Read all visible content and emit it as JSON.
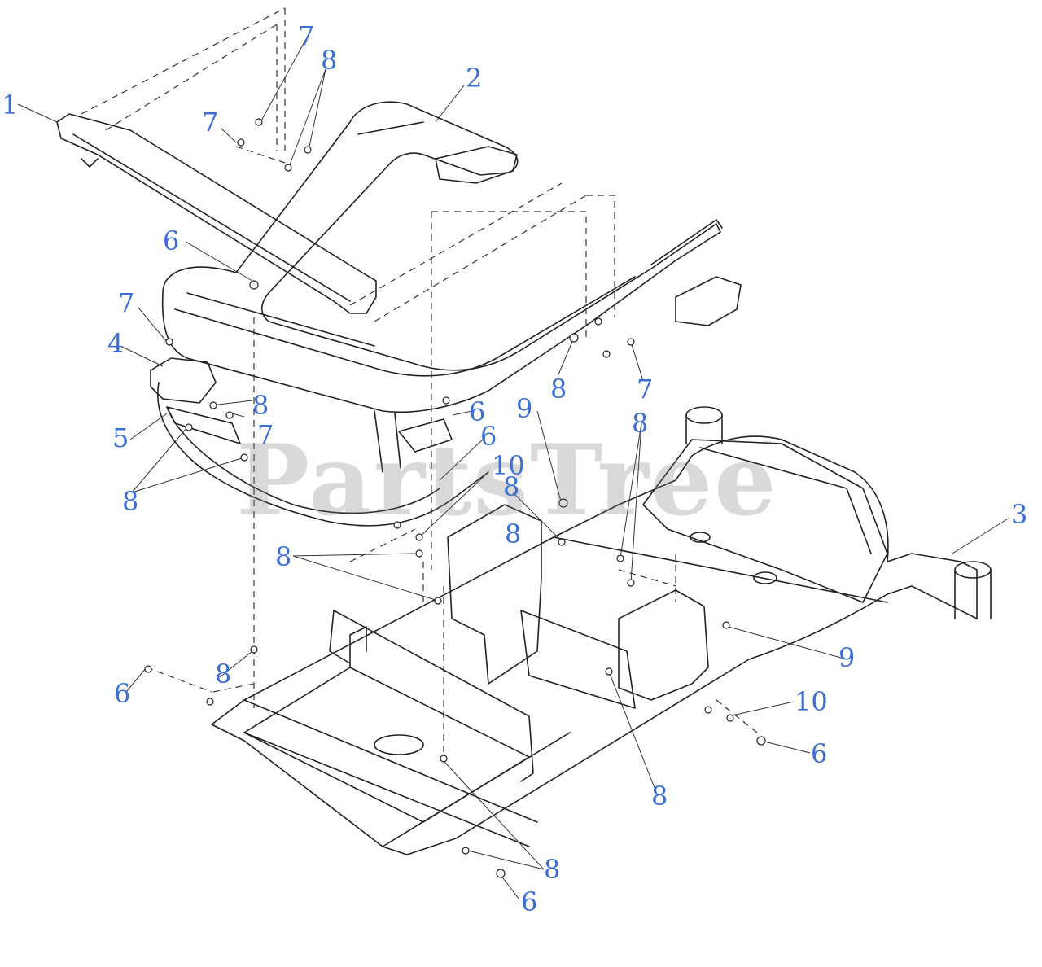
{
  "diagram": {
    "watermark": "PartsTree",
    "watermark_mark": "™",
    "callouts": [
      {
        "id": "c1",
        "label": "1"
      },
      {
        "id": "c2",
        "label": "2"
      },
      {
        "id": "c3",
        "label": "3"
      },
      {
        "id": "c4",
        "label": "4"
      },
      {
        "id": "c5",
        "label": "5"
      },
      {
        "id": "c6a",
        "label": "6"
      },
      {
        "id": "c6b",
        "label": "6"
      },
      {
        "id": "c6c",
        "label": "6"
      },
      {
        "id": "c6d",
        "label": "6"
      },
      {
        "id": "c6e",
        "label": "6"
      },
      {
        "id": "c6f",
        "label": "6"
      },
      {
        "id": "c7a",
        "label": "7"
      },
      {
        "id": "c7b",
        "label": "7"
      },
      {
        "id": "c7c",
        "label": "7"
      },
      {
        "id": "c7d",
        "label": "7"
      },
      {
        "id": "c7e",
        "label": "7"
      },
      {
        "id": "c8a",
        "label": "8"
      },
      {
        "id": "c8b",
        "label": "8"
      },
      {
        "id": "c8c",
        "label": "8"
      },
      {
        "id": "c8d",
        "label": "8"
      },
      {
        "id": "c8e",
        "label": "8"
      },
      {
        "id": "c8f",
        "label": "8"
      },
      {
        "id": "c8g",
        "label": "8"
      },
      {
        "id": "c8h",
        "label": "8"
      },
      {
        "id": "c8i",
        "label": "8"
      },
      {
        "id": "c8j",
        "label": "8"
      },
      {
        "id": "c8k",
        "label": "8"
      },
      {
        "id": "c9a",
        "label": "9"
      },
      {
        "id": "c9b",
        "label": "9"
      },
      {
        "id": "c10a",
        "label": "10"
      },
      {
        "id": "c10b",
        "label": "10"
      }
    ],
    "colors": {
      "callout": "#3a6fd8",
      "line": "#222222",
      "watermark": "#9a9a9a"
    }
  }
}
